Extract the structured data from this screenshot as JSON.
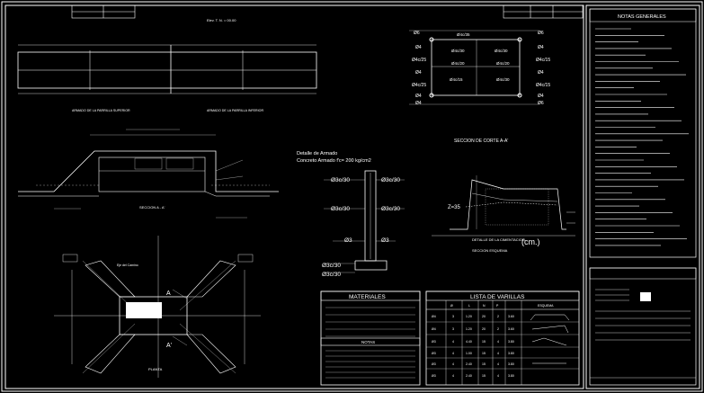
{
  "colors": {
    "background": "#000000",
    "line": "#ffffff",
    "accent_yellow": "#ffff66",
    "accent_cyan": "#66ffff",
    "accent_red": "#ff5555"
  },
  "top_beam": {
    "title": "Elev. T. N. = 00.00",
    "label_upper": "ARMADO DE LA PARRILLA SUPERIOR",
    "label_lower": "ARMADO DE LA PARRILLA INFERIOR"
  },
  "section_box": {
    "bars_left": [
      "Ø6",
      "Ø4",
      "Ø4c/25",
      "Ø4",
      "Ø4c/25",
      "Ø4",
      "Ø4"
    ],
    "bars_right": [
      "Ø6",
      "Ø4",
      "Ø4c/15",
      "Ø4",
      "Ø4c/15",
      "Ø4",
      "Ø6"
    ],
    "bars_inner": [
      "Ø4c/35",
      "Ø4c/30",
      "Ø4c/30",
      "Ø4c/20",
      "Ø4c/20",
      "Ø4c/15",
      "Ø4c/30"
    ]
  },
  "section_cut": {
    "title": "SECCION DE CORTE A-A'",
    "label": "SECCION A - A'"
  },
  "reinforcement": {
    "title": "Detalle de Armado",
    "subtitle": "Concreto Armado f'c= 200 kg/cm2",
    "labels": [
      "Ø3c/30",
      "Ø3c/30",
      "Ø3c/30",
      "Ø3c/30",
      "Ø3",
      "Ø3",
      "Ø3c/30",
      "Ø3c/30"
    ]
  },
  "detail": {
    "title": "DETALLE DE LA CIMENTACION",
    "subtitle": "SECCION ESQUEMA",
    "unit": "(cm.)",
    "dim": "Z=35"
  },
  "plan": {
    "label_axis": "Eje del Camino",
    "label_bottom": "PLANTA",
    "mark_a": "A",
    "mark_a2": "A'"
  },
  "materials": {
    "title": "MATERIALES",
    "notes_title": "NOTAS"
  },
  "rebar_list": {
    "title": "LISTA DE VARILLAS",
    "headers": [
      "",
      "Ø",
      "L",
      "N",
      "P",
      "",
      "ESQUEMA"
    ],
    "rows": [
      [
        "Ø4",
        "3",
        "1.20",
        "20",
        "2",
        "3.60"
      ],
      [
        "Ø4",
        "3",
        "1.20",
        "20",
        "2",
        "3.60"
      ],
      [
        "Ø3",
        "4",
        "4.40",
        "15",
        "4",
        "3.80"
      ],
      [
        "Ø3",
        "4",
        "1.00",
        "15",
        "4",
        "3.80"
      ],
      [
        "Ø3",
        "4",
        "2.40",
        "15",
        "4",
        "3.80"
      ],
      [
        "Ø3",
        "4",
        "2.40",
        "15",
        "4",
        "3.80"
      ]
    ]
  },
  "general_notes": {
    "title": "NOTAS GENERALES"
  }
}
